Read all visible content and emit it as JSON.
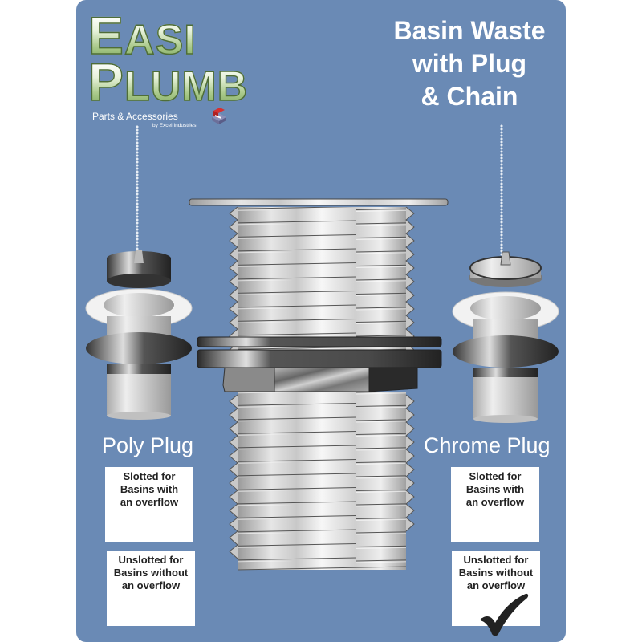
{
  "brand": {
    "word1_first": "E",
    "word1_rest": "ASI",
    "word2_first": "P",
    "word2_rest": "LUMB",
    "tagline": "Parts & Accessories",
    "byline": "by Excel Industries",
    "logo_icon": "excel-industries-logo-icon"
  },
  "title": {
    "line1": "Basin Waste",
    "line2": "with Plug",
    "line3": "& Chain"
  },
  "products": {
    "left": {
      "label": "Poly Plug",
      "options": [
        {
          "line1": "Slotted for",
          "line2": "Basins with",
          "line3": "an overflow",
          "checked": false
        },
        {
          "line1": "Unslotted for",
          "line2": "Basins without",
          "line3": "an overflow",
          "checked": false
        }
      ]
    },
    "right": {
      "label": "Chrome Plug",
      "options": [
        {
          "line1": "Slotted for",
          "line2": "Basins with",
          "line3": "an overflow",
          "checked": false
        },
        {
          "line1": "Unslotted for",
          "line2": "Basins without",
          "line3": "an overflow",
          "checked": true
        }
      ]
    }
  },
  "colors": {
    "panel": "#6a8ab5",
    "text_light": "#ffffff",
    "box_text": "#222222",
    "check": "#222222",
    "brand_green": "#7fa95f"
  },
  "icons": {
    "check": "checkmark-icon",
    "chain": "bead-chain",
    "waste": "threaded-basin-waste"
  }
}
